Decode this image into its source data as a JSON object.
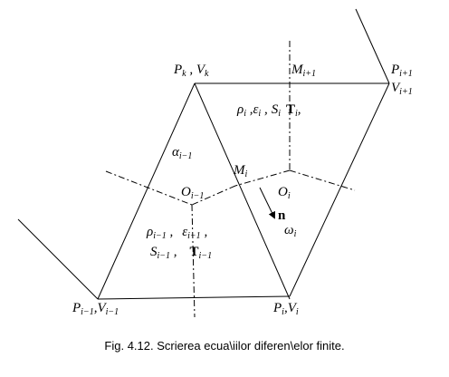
{
  "figure": {
    "vertex_labels": {
      "pk_vk": {
        "P": "P",
        "Psub": "k",
        "sep": " , ",
        "V": "V",
        "Vsub": "k"
      },
      "mi1": {
        "M": "M",
        "Msub": "i+1"
      },
      "pi1_top": {
        "P": "P",
        "Psub": "i+1",
        "V": "V",
        "Vsub": "i+1"
      },
      "pim1": {
        "P": "P",
        "Psub": "i−1",
        "sep": ",",
        "V": "V",
        "Vsub": "i−1"
      },
      "pi_vi": {
        "P": "P",
        "Psub": "i",
        "sep": ",",
        "V": "V",
        "Vsub": "i"
      },
      "mi": {
        "M": "M",
        "Msub": "i"
      }
    },
    "region_labels": {
      "cell_i": {
        "rho": "ρ",
        "rhosub": "i",
        "eps": "ε",
        "epssub": "i",
        "S": "S",
        "Ssub": "i",
        "T": "T",
        "Tsub": "i",
        "sep1": " ,",
        "sep2": " ,",
        "sep3": ","
      },
      "alpha": {
        "a": "α",
        "asub": "i−1"
      },
      "o_im1": {
        "O": "O",
        "Osub": "i−1"
      },
      "o_i": {
        "O": "O",
        "Osub": "i"
      },
      "n_vec": "n",
      "omega": {
        "w": "ω",
        "wsub": "i"
      },
      "cell_im1": {
        "rho": "ρ",
        "rhosub": "i−1",
        "comma1": " ,",
        "eps": "ε",
        "epssub": "i−1",
        "comma2": " ,",
        "S": "S",
        "Ssub": "i−1",
        "comma3": " ,",
        "T": "T",
        "Tsub": "i−1"
      }
    },
    "caption": "Fig. 4.12. Scrierea ecua\\iilor diferen\\elor finite."
  }
}
